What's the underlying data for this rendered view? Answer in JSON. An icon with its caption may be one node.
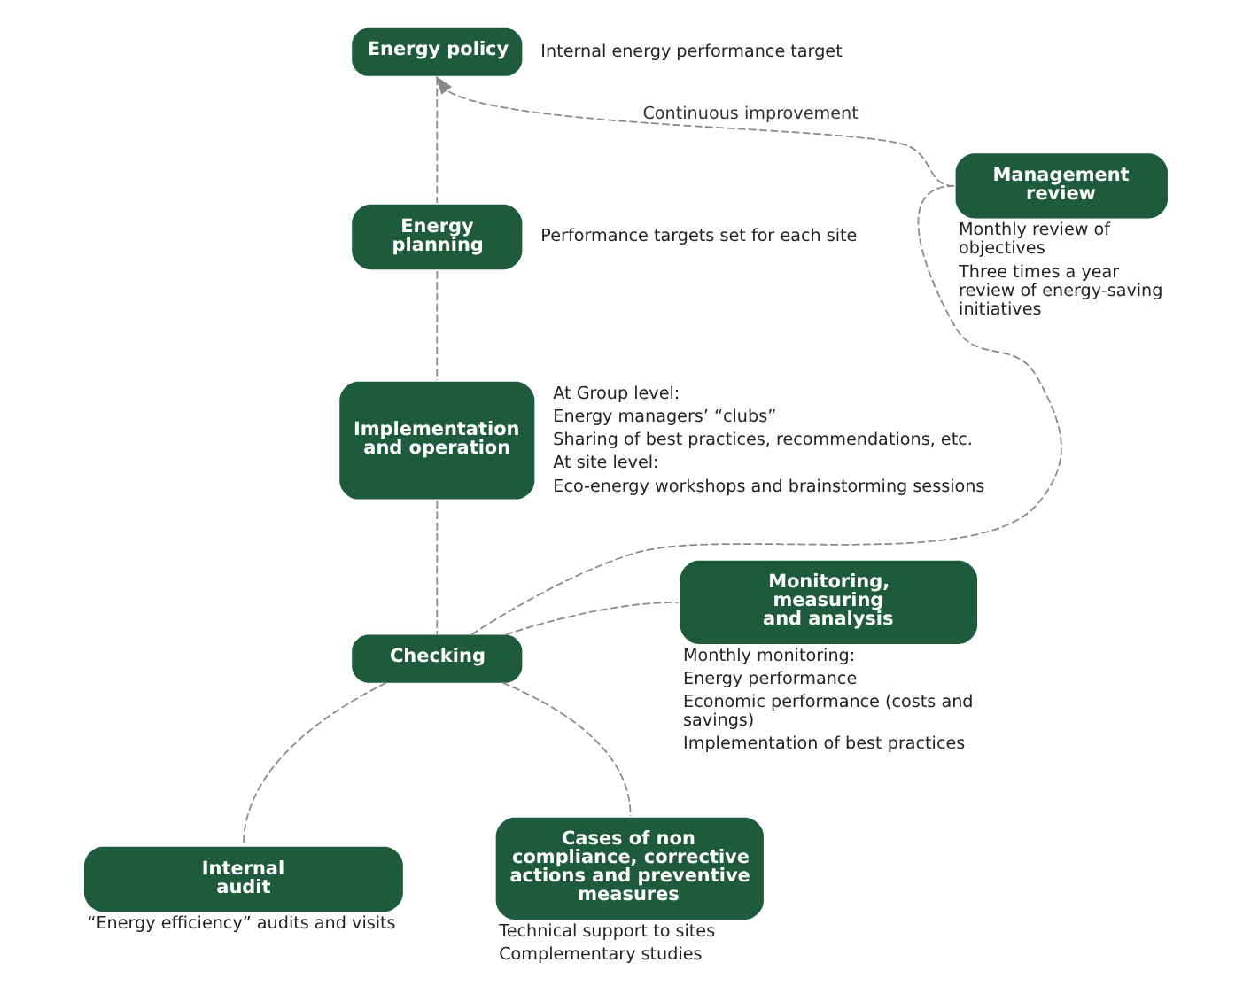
{
  "diagram": {
    "nodes": [
      {
        "text": [
          "Energy policy"
        ],
        "beside": [
          "Internal energy performance target"
        ]
      },
      {
        "text": [
          "Management review"
        ],
        "beside": [
          "Monthly review of objectives",
          "Three times a year review of energy-saving initiatives"
        ]
      },
      {
        "text": [
          "Energy planning"
        ],
        "beside": [
          "Performance targets set for each site"
        ]
      },
      {
        "text": [
          "Implementation and operation"
        ],
        "beside": [
          "At Group level:",
          "Energy managers’ “clubs”",
          "Sharing of best practices, recommendations, etc.",
          "At site level:",
          "Eco-energy workshops and brainstorming sessions"
        ]
      },
      {
        "text": [
          "Checking"
        ]
      },
      {
        "text": [
          "Monitoring, measuring and analysis"
        ],
        "beside": [
          "Monthly monitoring:",
          "Energy performance",
          "Economic performance (costs and savings)",
          "Implementation of best practices"
        ]
      },
      {
        "text": [
          "Internal audit"
        ],
        "beside": [
          "“Energy efficiency” audits and visits"
        ]
      },
      {
        "text": [
          "Cases of non compliance, corrective actions and preventive measures"
        ],
        "beside": [
          "Technical support to sites",
          "Complementary studies"
        ]
      }
    ],
    "edges": [
      {
        "from": 1,
        "to": 0,
        "arrow": "to",
        "label": "Continuous improvement",
        "style": "dashed"
      },
      {
        "from": 0,
        "to": 2,
        "arrow": "none",
        "style": "dashed"
      },
      {
        "from": 2,
        "to": 3,
        "arrow": "none",
        "style": "dashed"
      },
      {
        "from": 3,
        "to": 4,
        "arrow": "none",
        "style": "dashed"
      },
      {
        "from": 4,
        "to": 1,
        "arrow": "none",
        "style": "dashed"
      },
      {
        "from": 4,
        "to": 5,
        "arrow": "none",
        "style": "dashed"
      },
      {
        "from": 4,
        "to": 6,
        "arrow": "none",
        "style": "dashed"
      },
      {
        "from": 4,
        "to": 7,
        "arrow": "none",
        "style": "dashed"
      }
    ]
  }
}
